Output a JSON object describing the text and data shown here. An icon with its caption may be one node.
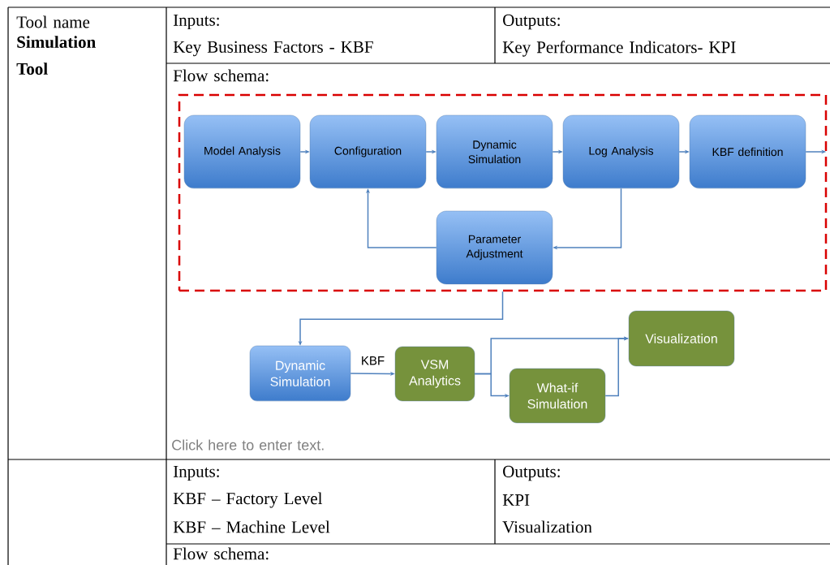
{
  "diagram": {
    "nodes": [
      {
        "text": [],
        "shape": "box"
      },
      {
        "text": [
          "Model Analysis"
        ],
        "in": 0
      },
      {
        "text": [
          "Configuration"
        ],
        "in": 0
      },
      {
        "text": [
          "Dynamic Simulation"
        ],
        "in": 0
      },
      {
        "text": [
          "Log Analysis"
        ],
        "in": 0
      },
      {
        "text": [
          "KBF definition"
        ],
        "in": 0
      },
      {
        "text": [
          "Parameter Adjustment"
        ],
        "in": 0
      },
      {
        "text": [
          "Dynamic Simulation"
        ]
      },
      {
        "text": [
          "VSM Analytics"
        ]
      },
      {
        "text": [
          "What-if Simulation"
        ]
      },
      {
        "text": [
          "Visualization"
        ]
      }
    ],
    "edges": [
      {
        "from": 1,
        "to": 2,
        "arrow": "to"
      },
      {
        "from": 2,
        "to": 3,
        "arrow": "to"
      },
      {
        "from": 3,
        "to": 4,
        "arrow": "to"
      },
      {
        "from": 4,
        "to": 5,
        "arrow": "to"
      },
      {
        "from": 5,
        "to": null,
        "arrow": "to"
      },
      {
        "from": 4,
        "to": 6,
        "arrow": "to"
      },
      {
        "from": 6,
        "to": 2,
        "arrow": "to"
      },
      {
        "from": 0,
        "to": 7,
        "arrow": "to"
      },
      {
        "from": 7,
        "to": 8,
        "arrow": "to",
        "label": "KBF"
      },
      {
        "from": 8,
        "to": 10,
        "arrow": "to"
      },
      {
        "from": 8,
        "to": 9,
        "arrow": "to"
      },
      {
        "from": 9,
        "to": 10,
        "arrow": "to"
      }
    ],
    "labels": [
      "Tool name",
      "Simulation Tool",
      "Inputs:",
      "Key Business Factors - KBF",
      "Outputs:",
      "Key Performance Indicators- KPI",
      "Flow schema:",
      "Click here to enter text.",
      "Inputs:",
      "KBF – Factory Level",
      "KBF – Machine Level",
      "Outputs:",
      "KPI",
      "Visualization",
      "Flow schema:"
    ]
  }
}
